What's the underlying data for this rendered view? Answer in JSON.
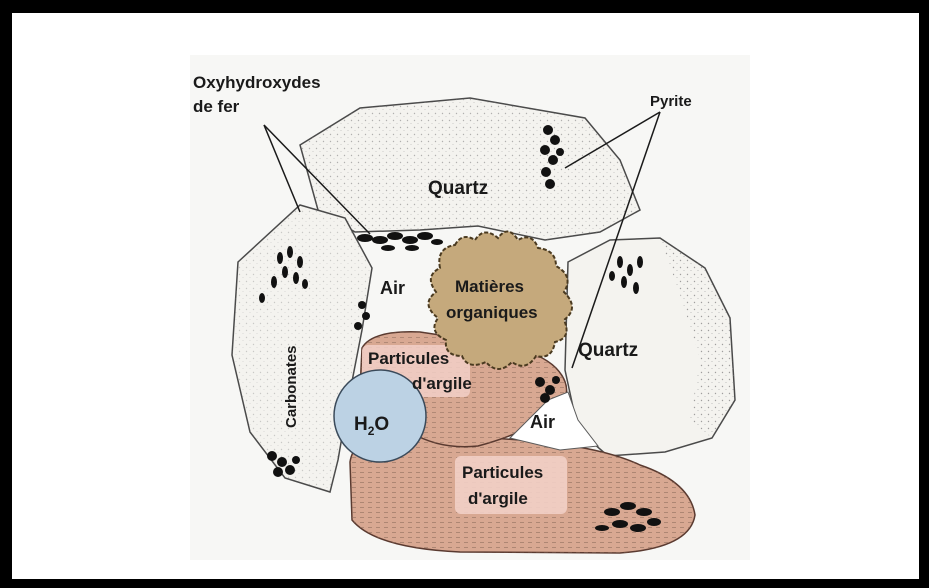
{
  "labels": {
    "oxyhydroxydes_line1": "Oxyhydroxydes",
    "oxyhydroxydes_line2": "de fer",
    "pyrite": "Pyrite",
    "quartz_top": "Quartz",
    "quartz_right": "Quartz",
    "air_left": "Air",
    "air_bottom": "Air",
    "matieres_line1": "Matières",
    "matieres_line2": "organiques",
    "argile_top_line1": "Particules",
    "argile_top_line2": "d'argile",
    "argile_bottom_line1": "Particules",
    "argile_bottom_line2": "d'argile",
    "carbonates": "Carbonates",
    "water_h": "H",
    "water_sub": "2",
    "water_o": "O"
  },
  "colors": {
    "frame": "#000000",
    "grain": "#f4f3ef",
    "clay": "#d8a892",
    "clay_highlight": "#f2cfc7",
    "organic": "#c5a97c",
    "water": "#bcd2e4",
    "ink": "#1a1a1a"
  }
}
